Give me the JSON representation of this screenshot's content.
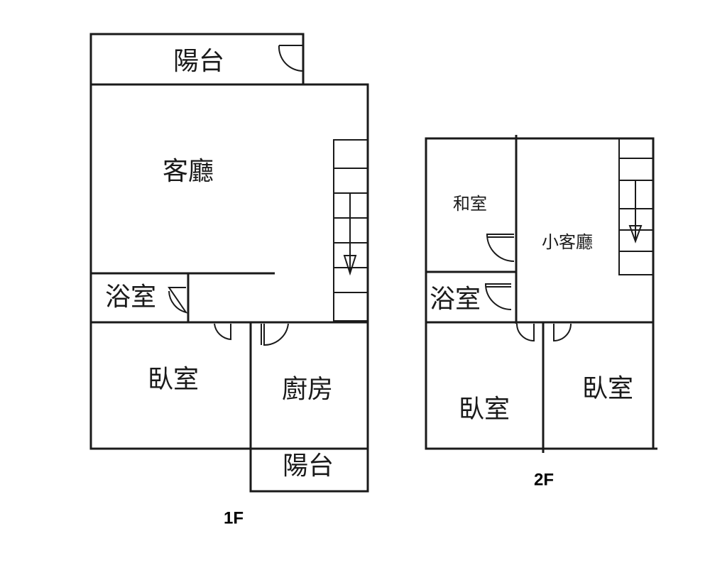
{
  "floors": {
    "f1": {
      "label": "1F",
      "rooms": {
        "balcony_top": "陽台",
        "living": "客廳",
        "bath": "浴室",
        "bedroom": "臥室",
        "kitchen": "廚房",
        "balcony_bottom": "陽台"
      }
    },
    "f2": {
      "label": "2F",
      "rooms": {
        "tatami": "和室",
        "small_living": "小客廳",
        "bath": "浴室",
        "bedroom_left": "臥室",
        "bedroom_right": "臥室"
      }
    }
  },
  "colors": {
    "ink": "#1a1a1a",
    "background": "#ffffff"
  }
}
